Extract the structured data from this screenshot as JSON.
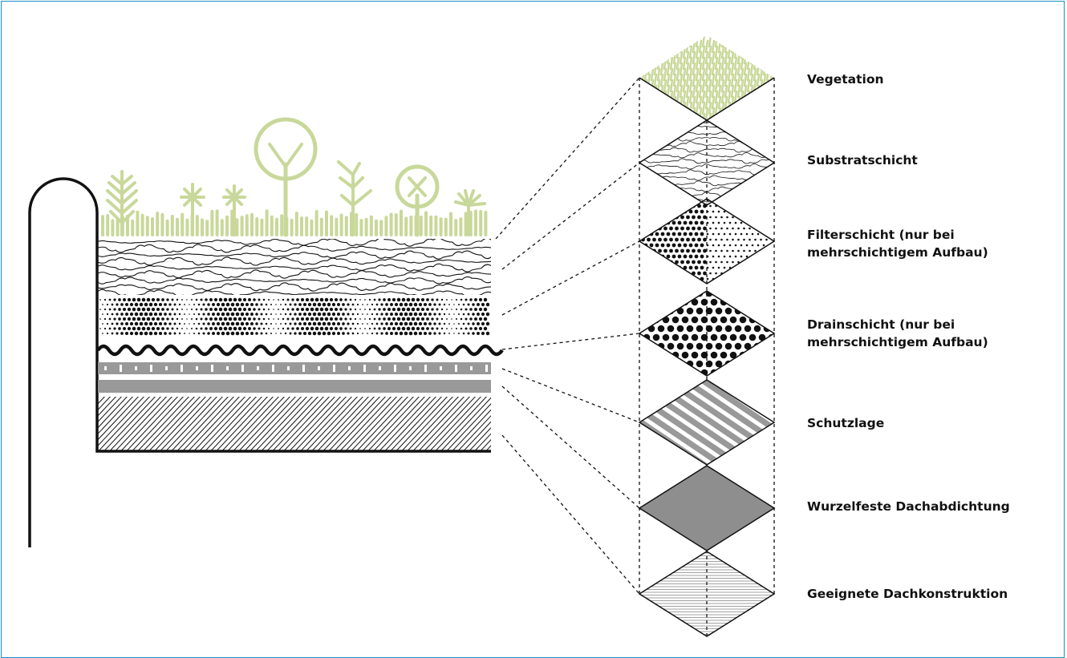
{
  "colors": {
    "vegetation": "#c8d89a",
    "frame": "#1a8fc4",
    "gray": "#999999",
    "dark_gray": "#8e8e8e",
    "ink": "#111111"
  },
  "layers": [
    {
      "id": "vegetation",
      "label": "Vegetation"
    },
    {
      "id": "substrate",
      "label": "Substratschicht"
    },
    {
      "id": "filter",
      "label": "Filterschicht (nur bei mehrschichtigem Aufbau)",
      "lines": [
        "Filterschicht (nur bei",
        "mehrschichtigem Aufbau)"
      ]
    },
    {
      "id": "drain",
      "label": "Drainschicht (nur bei mehrschichtigem Aufbau)",
      "lines": [
        "Drainschicht (nur bei",
        "mehrschichtigem Aufbau)"
      ]
    },
    {
      "id": "protection",
      "label": "Schutzlage"
    },
    {
      "id": "waterproofing",
      "label": "Wurzelfeste Dachabdichtung"
    },
    {
      "id": "construction",
      "label": "Geeignete Dachkonstruktion"
    }
  ]
}
